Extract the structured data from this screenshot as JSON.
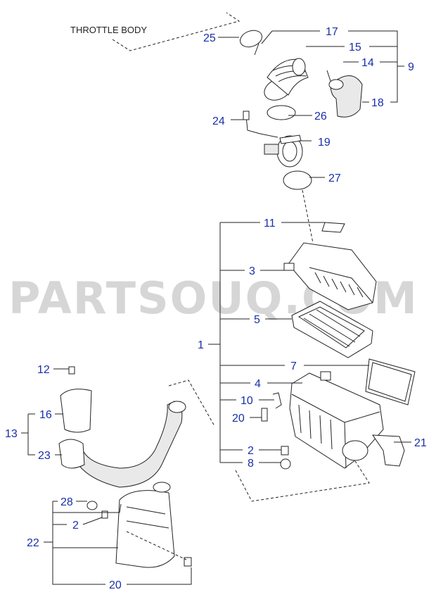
{
  "diagram": {
    "header_label": "THROTTLE BODY",
    "watermark": "PARTSOUQ.COM",
    "callouts": {
      "c17": "17",
      "c25": "25",
      "c15": "15",
      "c9": "9",
      "c14": "14",
      "c18": "18",
      "c24": "24",
      "c26": "26",
      "c19": "19",
      "c27": "27",
      "c11": "11",
      "c3": "3",
      "c5": "5",
      "c1": "1",
      "c7": "7",
      "c4": "4",
      "c10": "10",
      "c20a": "20",
      "c2a": "2",
      "c8": "8",
      "c21": "21",
      "c12": "12",
      "c16": "16",
      "c13": "13",
      "c23": "23",
      "c28": "28",
      "c2b": "2",
      "c22": "22",
      "c20b": "20"
    }
  }
}
